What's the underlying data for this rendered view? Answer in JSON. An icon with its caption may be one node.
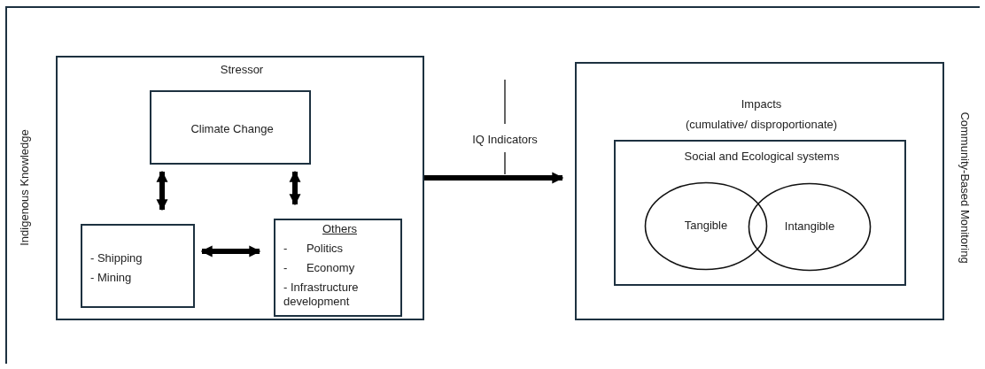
{
  "diagram": {
    "nodes": [
      {
        "text": [
          "Indigenous Knowledge",
          "Community-Based Monitoring"
        ]
      },
      {
        "text": [
          "Stressor"
        ],
        "in": 0
      },
      {
        "text": [
          "Climate Change"
        ],
        "in": 1
      },
      {
        "text": [
          "- Shipping",
          "- Mining"
        ],
        "in": 1
      },
      {
        "text": [
          "Others",
          "- Politics",
          "- Economy",
          "- Infrastructure development"
        ],
        "in": 1
      },
      {
        "text": [
          "Impacts",
          "(cumulative/ disproportionate)"
        ],
        "in": 0
      },
      {
        "text": [
          "Social and Ecological systems"
        ],
        "in": 5
      },
      {
        "text": [
          "Tangible"
        ],
        "in": 6
      },
      {
        "text": [
          "Intangible"
        ],
        "in": 6
      }
    ],
    "edges": [
      {
        "from": 2,
        "to": 3,
        "arrow": "both"
      },
      {
        "from": 2,
        "to": 4,
        "arrow": "both"
      },
      {
        "from": 3,
        "to": 4,
        "arrow": "both"
      },
      {
        "from": 1,
        "to": 5,
        "arrow": "to",
        "label": "IQ Indicators"
      }
    ]
  }
}
